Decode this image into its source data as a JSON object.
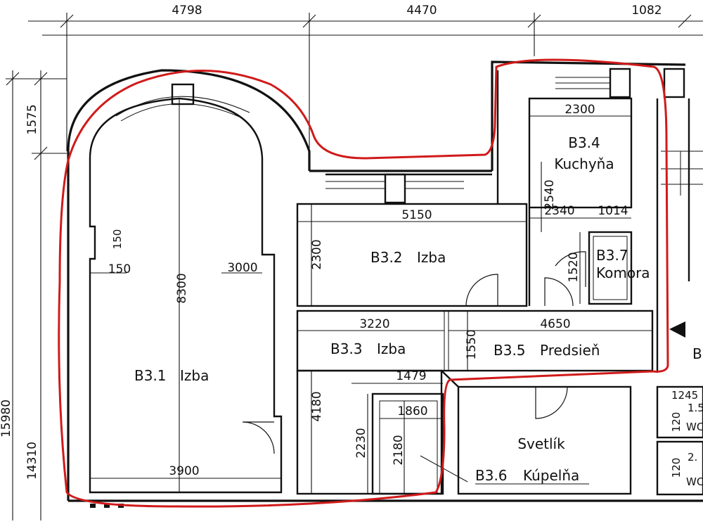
{
  "rooms": {
    "b31": {
      "code": "B3.1",
      "name": "Izba"
    },
    "b32": {
      "code": "B3.2",
      "name": "Izba"
    },
    "b33": {
      "code": "B3.3",
      "name": "Izba"
    },
    "b34": {
      "code": "B3.4",
      "name": "Kuchyňa"
    },
    "b35": {
      "code": "B3.5",
      "name": "Predsieň"
    },
    "b36": {
      "code": "B3.6",
      "name": "Kúpelňa"
    },
    "b37": {
      "code": "B3.7",
      "name": "Komora"
    },
    "svetlik": {
      "name": "Svetlík"
    },
    "b_cut": {
      "code": "B"
    },
    "b15_cut": {
      "code": "1.5",
      "name": "WC"
    },
    "b2_cut": {
      "code": "2.",
      "name": "WC"
    }
  },
  "dimensions": {
    "top_1": "4798",
    "top_2": "4470",
    "top_3": "1082",
    "left_1": "1575",
    "left_2": "15980",
    "left_3": "14310",
    "b31_height": "8300",
    "b31_width": "3900",
    "b31_niche": "3000",
    "b31_pier": "150",
    "b31_pier2": "150",
    "b32_width": "5150",
    "b32_height": "2300",
    "b33_width": "3220",
    "b33_height": "4180",
    "b33_sub": "1479",
    "b33_sub_h": "2230",
    "b34_width": "2300",
    "b34_height": "2540",
    "b34_sub": "2340",
    "b37_width": "1014",
    "b37_height": "1520",
    "b35_width": "4650",
    "b35_height": "1550",
    "b36_width": "1860",
    "b36_height": "2180",
    "right_1": "1245",
    "right_2": "120",
    "right_3": "120"
  },
  "colors": {
    "lines": "#111111",
    "outline": "#d01a1a",
    "background": "#ffffff"
  }
}
